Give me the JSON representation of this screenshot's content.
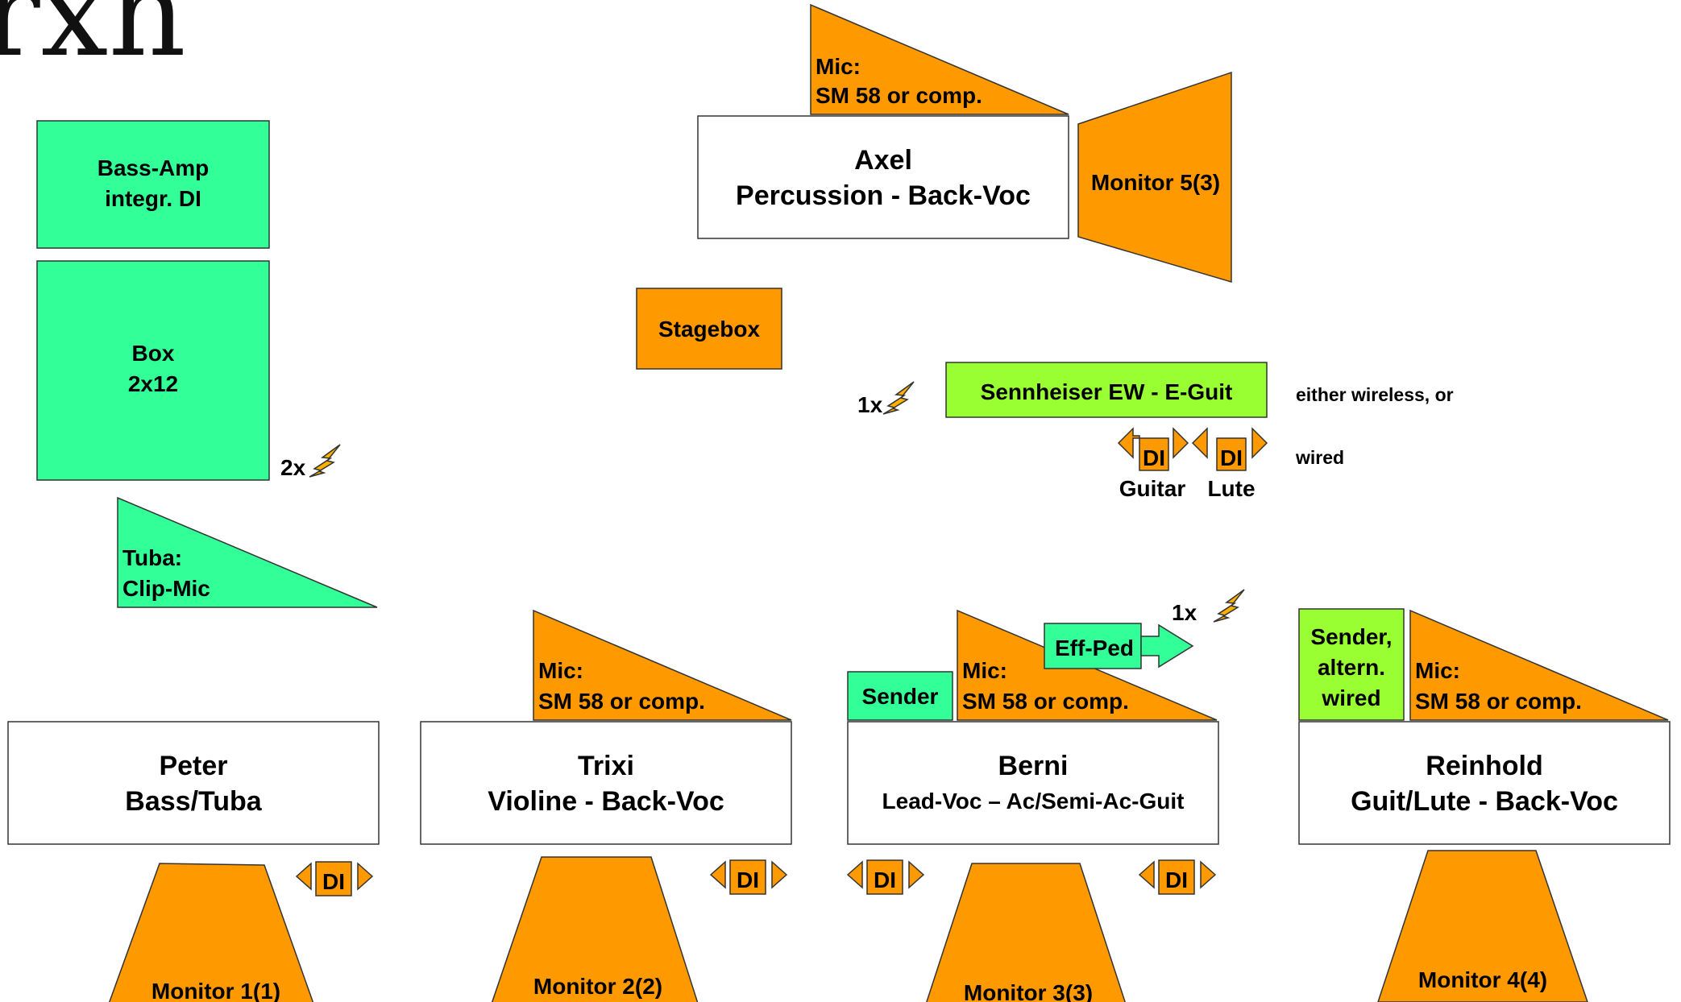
{
  "logo": {
    "text": "rxn"
  },
  "colors": {
    "orange": "#FF9900",
    "green": "#33FF99",
    "lime": "#99FF33",
    "stroke": "#333333",
    "bolt": "#FFB000"
  },
  "musicians": {
    "peter": {
      "name": "Peter",
      "role": "Bass/Tuba"
    },
    "trixi": {
      "name": "Trixi",
      "role": "Violine - Back-Voc"
    },
    "berni": {
      "name": "Berni",
      "role": "Lead-Voc – Ac/Semi-Ac-Guit"
    },
    "reinhold": {
      "name": "Reinhold",
      "role": "Guit/Lute - Back-Voc"
    },
    "axel": {
      "name": "Axel",
      "role": "Percussion - Back-Voc"
    }
  },
  "mic": {
    "line1": "Mic:",
    "line2": "SM 58 or comp."
  },
  "monitors": {
    "m1": "Monitor 1(1)",
    "m2": "Monitor 2(2)",
    "m3": "Monitor 3(3)",
    "m4": "Monitor 4(4)",
    "m5": "Monitor 5(3)"
  },
  "equipment": {
    "bass_amp": {
      "line1": "Bass-Amp",
      "line2": "integr. DI"
    },
    "box": {
      "line1": "Box",
      "line2": "2x12"
    },
    "tuba": {
      "line1": "Tuba:",
      "line2": "Clip-Mic"
    },
    "stagebox": "Stagebox",
    "sennheiser": "Sennheiser EW - E-Guit",
    "sender": "Sender",
    "sender_alt": {
      "line1": "Sender,",
      "line2": "altern.",
      "line3": "wired"
    },
    "eff_ped": "Eff-Ped",
    "di": "DI",
    "guitar": "Guitar",
    "lute": "Lute"
  },
  "power": {
    "p2x": "2x",
    "p1x_a": "1x",
    "p1x_b": "1x"
  },
  "notes": {
    "wireless": "either wireless, or",
    "wired": "wired"
  }
}
